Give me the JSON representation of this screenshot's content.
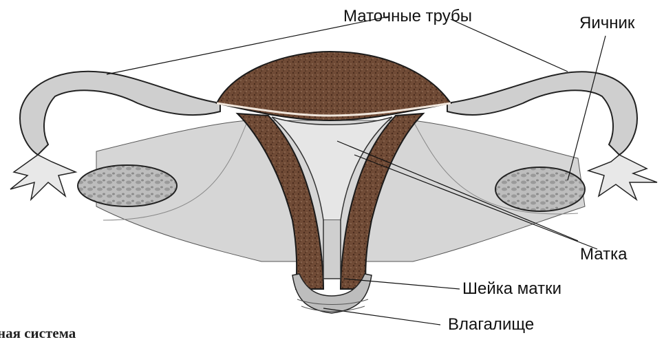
{
  "labels": {
    "fallopian_tubes": "Маточные трубы",
    "ovary": "Яичник",
    "uterus": "Матка",
    "cervix": "Шейка матки",
    "vagina": "Влагалище"
  },
  "caption": "ная система",
  "colors": {
    "muscle": "#6e4a35",
    "tissue": "#c9c9c9",
    "line": "#1a1a1a"
  }
}
